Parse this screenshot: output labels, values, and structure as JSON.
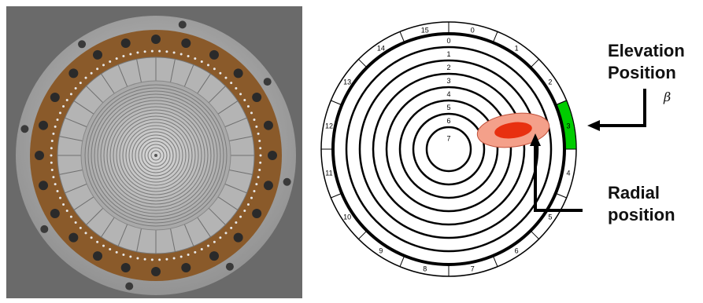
{
  "sector_labels": [
    "0",
    "1",
    "2",
    "3",
    "4",
    "5",
    "6",
    "7",
    "8",
    "9",
    "10",
    "11",
    "12",
    "13",
    "14",
    "15"
  ],
  "ring_labels": [
    "0",
    "1",
    "2",
    "3",
    "4",
    "5",
    "6",
    "7"
  ],
  "highlighted_sector": "3",
  "labels": {
    "elevation_line1": "Elevation",
    "elevation_line2": "Position",
    "beta": "β",
    "radial_line1": "Radial",
    "radial_line2": "position"
  },
  "colors": {
    "highlight_sector": "#00cc00",
    "target_outer": "#f4a08a",
    "target_inner": "#e83010",
    "ring_stroke": "#000000"
  }
}
